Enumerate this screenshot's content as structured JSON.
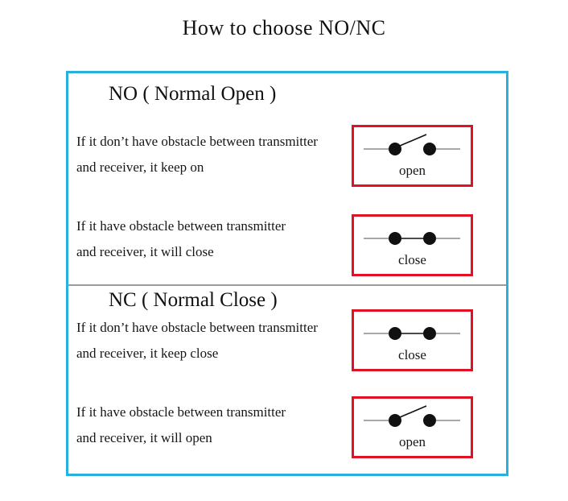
{
  "page": {
    "title": "How to choose NO/NC"
  },
  "colors": {
    "panel_border_cyan": "#29b0e0",
    "switch_box_border_red": "#e11022",
    "divider_gray": "#9c9c9c",
    "switch_lead_gray": "#8c8c8c",
    "switch_ink_black": "#111111"
  },
  "sections": [
    {
      "heading": "NO ( Normal Open )",
      "rows": [
        {
          "line1": "If it don’t have obstacle between transmitter",
          "line2": "and receiver, it keep on",
          "switch_state": "open",
          "label": "open"
        },
        {
          "line1": "If it have obstacle between transmitter",
          "line2": "and receiver, it will close",
          "switch_state": "closed",
          "label": "close"
        }
      ]
    },
    {
      "heading": "NC ( Normal Close )",
      "rows": [
        {
          "line1": "If it don’t have obstacle between transmitter",
          "line2": "and receiver, it keep close",
          "switch_state": "closed",
          "label": "close"
        },
        {
          "line1": "If it have obstacle between transmitter",
          "line2": "and receiver, it will open",
          "switch_state": "open",
          "label": "open"
        }
      ]
    }
  ]
}
